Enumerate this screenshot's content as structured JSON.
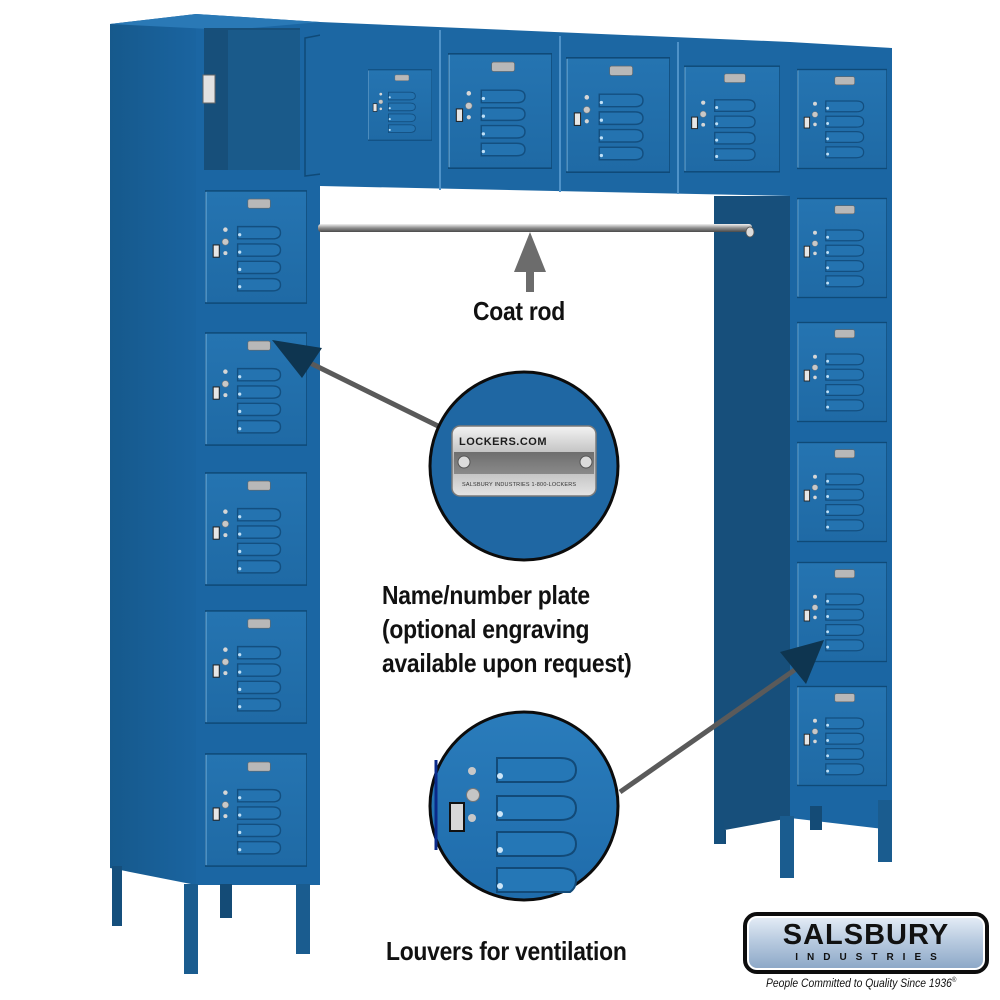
{
  "product": {
    "description": "Blue 16-door box locker bridge with coat rod",
    "finish_color": "#1f6aa3",
    "frame_color": "#175a8c"
  },
  "callouts": {
    "coat_rod": "Coat rod",
    "name_plate": {
      "line1": "Name/number plate",
      "line2": "(optional engraving",
      "line3": "available upon request)"
    },
    "louvers": "Louvers for ventilation"
  },
  "name_plate_detail": {
    "main_text": "LOCKERS.COM",
    "sub_text": "SALSBURY INDUSTRIES   1-800-LOCKERS"
  },
  "brand": {
    "name": "SALSBURY",
    "subtitle": "INDUSTRIES",
    "tagline": "People Committed to Quality Since 1936",
    "registered_mark": "®"
  },
  "icons": {
    "arrow_up": "arrow-up-icon",
    "arrow_pointer": "arrow-pointer-icon",
    "magnifier_circle": "magnify-detail-icon"
  }
}
